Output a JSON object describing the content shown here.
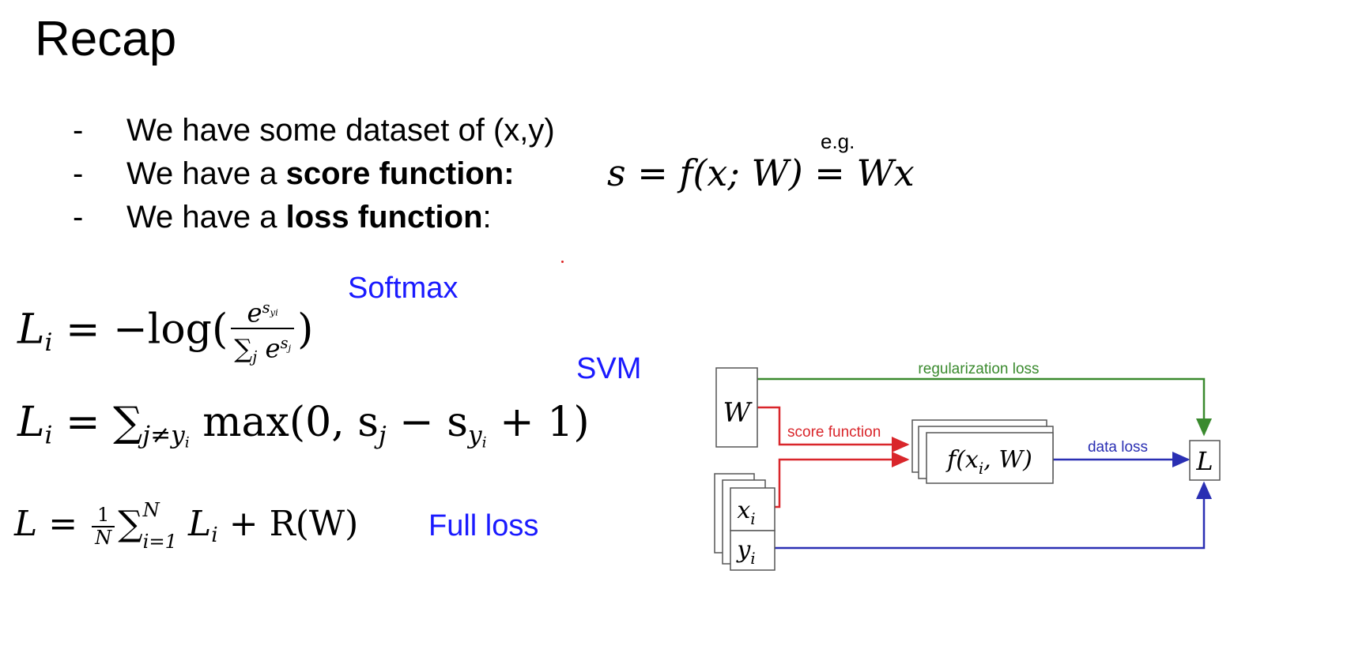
{
  "slide": {
    "title": "Recap"
  },
  "bullets": [
    {
      "dash": "-",
      "text_pre": "We have some dataset of (x,y)",
      "bold": "",
      "text_post": ""
    },
    {
      "dash": "-",
      "text_pre": "We have a ",
      "bold": "score function:",
      "text_post": ""
    },
    {
      "dash": "-",
      "text_pre": "We have a ",
      "bold": "loss function",
      "text_post": ":"
    }
  ],
  "score_equation": {
    "annotation": "e.g.",
    "s": "s",
    "eq1": " = ",
    "f": "f",
    "args": "(x; W)",
    "eq2": " = ",
    "rhs": "Wx"
  },
  "loss_labels": {
    "softmax": "Softmax",
    "svm": "SVM",
    "full": "Full loss"
  },
  "equations": {
    "softmax": {
      "lhs": "L",
      "lhs_sub": "i",
      "mid": " = −log(",
      "num_base": "e",
      "num_sup": "s",
      "num_sup_sub": "y",
      "num_sup_sub2": "i",
      "den_sum": "∑",
      "den_sum_sub": "j",
      "den_base": "e",
      "den_sup": "s",
      "den_sup_sub": "j",
      "close": ")"
    },
    "svm": {
      "lhs": "L",
      "lhs_sub": "i",
      "mid": " = ",
      "sum": "∑",
      "sum_sub": "j≠y",
      "sum_sub2": "i",
      "body": " max(0, s",
      "body_sub": "j",
      "minus": " − s",
      "minus_sub": "y",
      "minus_sub2": "i",
      "tail": " + 1)"
    },
    "full": {
      "lhs": "L",
      "mid": " = ",
      "frac_num": "1",
      "frac_den": "N",
      "sum": "∑",
      "sum_sup": "N",
      "sum_sub": "i=1",
      "li": " L",
      "li_sub": "i",
      "tail": " + R(W)"
    }
  },
  "diagram": {
    "node_W": "W",
    "node_f": "f(x",
    "node_f_sub": "i",
    "node_f_tail": ", W)",
    "node_x": "x",
    "node_x_sub": "i",
    "node_y": "y",
    "node_y_sub": "i",
    "node_L": "L",
    "edge_regularization": "regularization loss",
    "edge_score": "score function",
    "edge_data": "data loss",
    "colors": {
      "regularization": "#3a8a2e",
      "score": "#d9262b",
      "data": "#2a2fb3"
    }
  }
}
